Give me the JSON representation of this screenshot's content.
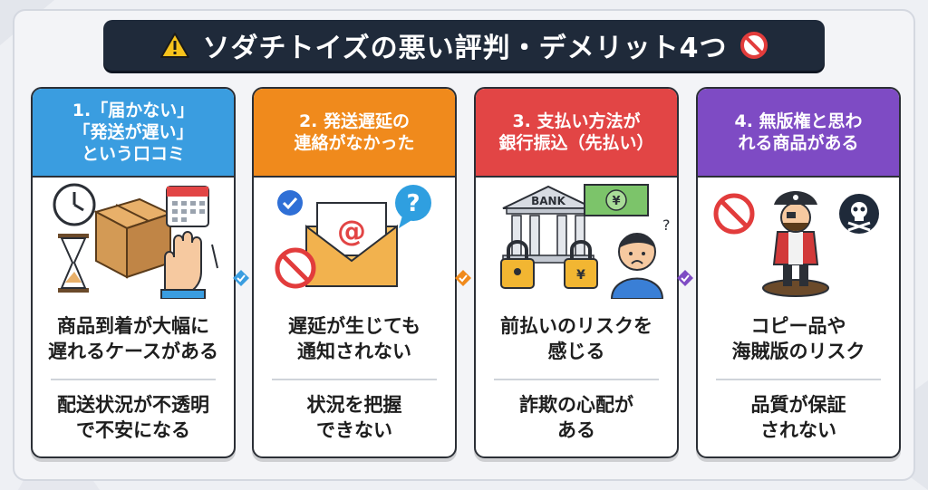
{
  "title": {
    "text": "ソダチトイズの悪い評判・デメリット4つ"
  },
  "colors": {
    "blue": "#3a9de0",
    "orange": "#f08a1c",
    "red": "#e24545",
    "purple": "#7e4bc4",
    "title_bg": "#1f2a3a"
  },
  "cards": [
    {
      "header": "1.「届かない」\n「発送が遅い」\nという口コミ",
      "main": "商品到着が大幅に\n遅れるケースがある",
      "sub": "配送状況が不透明\nで不安になる",
      "icons": [
        "clock-icon",
        "calendar-icon",
        "package-icon",
        "hourglass-icon",
        "raised-hand-icon"
      ]
    },
    {
      "header": "2. 発送遅延の\n連絡がなかった",
      "main": "遅延が生じても\n通知されない",
      "sub": "状況を把握\nできない",
      "icons": [
        "check-icon",
        "email-icon",
        "question-bubble-icon",
        "prohibited-icon"
      ]
    },
    {
      "header": "3. 支払い方法が\n銀行振込（先払い）",
      "main": "前払いのリスクを\n感じる",
      "sub": "詐欺の心配が\nある",
      "icons": [
        "bank-icon",
        "banknote-icon",
        "padlock-icon",
        "yen-padlock-icon",
        "worried-person-icon"
      ],
      "bank_label": "BANK",
      "banknote_symbol": "¥",
      "padlock_symbol": "¥",
      "question_mark": "?"
    },
    {
      "header": "4. 無版権と思わ\nれる商品がある",
      "main": "コピー品や\n海賊版のリスク",
      "sub": "品質が保証\nされない",
      "icons": [
        "prohibited-icon",
        "pirate-figure-icon",
        "skull-crossbones-icon"
      ]
    }
  ]
}
